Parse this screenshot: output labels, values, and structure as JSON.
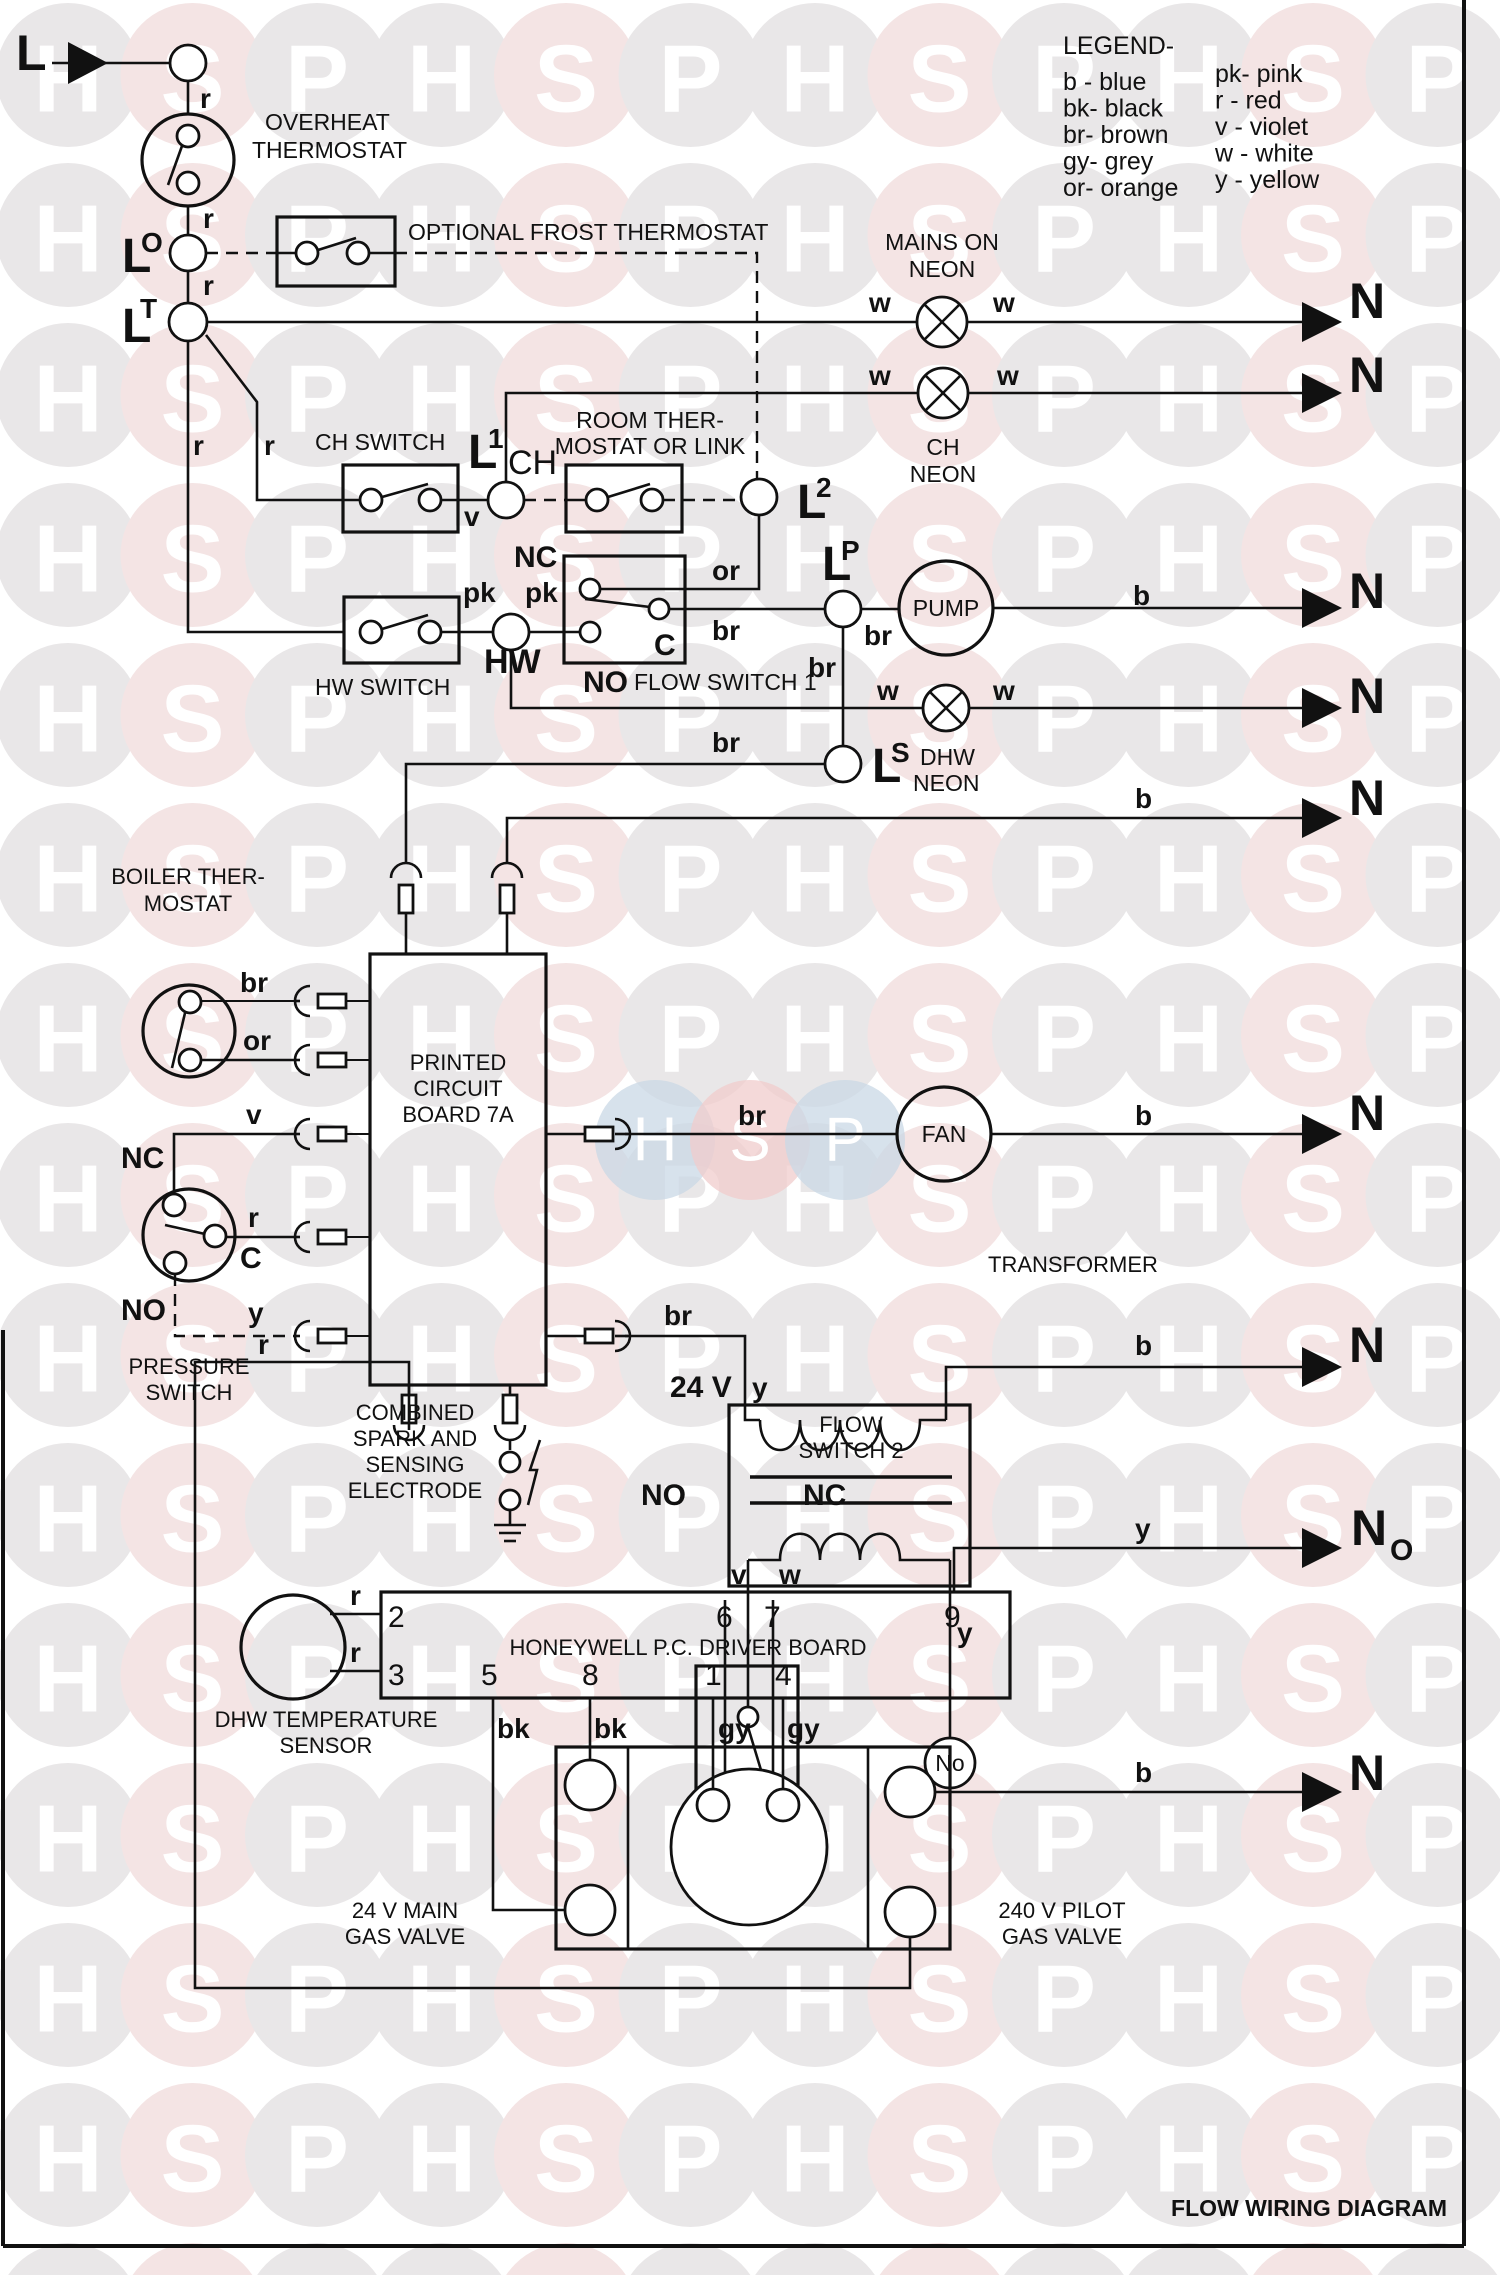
{
  "title": "FLOW WIRING DIAGRAM",
  "watermark": {
    "letters": [
      "H",
      "S",
      "P"
    ],
    "colors": {
      "grey": "#e9e7e8",
      "pink": "#f4e4e4"
    },
    "center_logo_colors": {
      "blue": "#c9d8e6",
      "red": "#f0cccc"
    }
  },
  "legend": {
    "heading": "LEGEND-",
    "left": [
      "b - blue",
      "bk- black",
      "br- brown",
      "gy- grey",
      "or- orange"
    ],
    "right": [
      "pk- pink",
      "r - red",
      "v - violet",
      "w - white",
      "y - yellow"
    ]
  },
  "supply": {
    "live": "L",
    "neutral": "N",
    "neutral_sub_main": "N",
    "neutral_sub_o": "O"
  },
  "terminals": {
    "lo": {
      "main": "L",
      "sup": "O"
    },
    "lt": {
      "main": "L",
      "sup": "T"
    },
    "l1": {
      "main": "L",
      "sup": "1",
      "tag": "CH"
    },
    "l2": {
      "main": "L",
      "sup": "2"
    },
    "lp": {
      "main": "L",
      "sup": "P"
    },
    "ls": {
      "main": "L",
      "sup": "S"
    },
    "hw": {
      "tag": "HW"
    }
  },
  "components": {
    "overheat_thermostat": [
      "OVERHEAT",
      "THERMOSTAT"
    ],
    "frost_thermostat": "OPTIONAL FROST THERMOSTAT",
    "mains_neon": [
      "MAINS ON",
      "NEON"
    ],
    "ch_neon": [
      "CH",
      "NEON"
    ],
    "ch_switch": "CH SWITCH",
    "room_thermostat": [
      "ROOM THER-",
      "MOSTAT OR LINK"
    ],
    "hw_switch": "HW SWITCH",
    "flow_switch_1": {
      "label": "FLOW SWITCH 1",
      "nc": "NC",
      "no": "NO",
      "c": "C"
    },
    "pump": "PUMP",
    "dhw_neon": [
      "DHW",
      "NEON"
    ],
    "boiler_thermostat": [
      "BOILER THER-",
      "MOSTAT"
    ],
    "pressure_switch": {
      "label": [
        "PRESSURE",
        "SWITCH"
      ],
      "nc": "NC",
      "no": "NO",
      "c": "C"
    },
    "pcb": [
      "PRINTED",
      "CIRCUIT",
      "BOARD 7A"
    ],
    "fan": "FAN",
    "transformer": "TRANSFORMER",
    "transformer_voltage": "24 V",
    "electrode": [
      "COMBINED",
      "SPARK AND",
      "SENSING",
      "ELECTRODE"
    ],
    "flow_switch_2": {
      "label": [
        "FLOW",
        "SWITCH 2"
      ],
      "no": "NO",
      "nc": "NC"
    },
    "no_symbol": "No",
    "driver_board": {
      "label": "HONEYWELL P.C. DRIVER BOARD",
      "pins": [
        "2",
        "3",
        "5",
        "8",
        "1",
        "4",
        "6",
        "7",
        "9"
      ]
    },
    "dhw_sensor": [
      "DHW TEMPERATURE",
      "SENSOR"
    ],
    "main_gas_valve": [
      "24 V MAIN",
      "GAS VALVE"
    ],
    "pilot_gas_valve": [
      "240 V PILOT",
      "GAS VALVE"
    ]
  },
  "wire_colors": {
    "r": "r",
    "v": "v",
    "w": "w",
    "b": "b",
    "br": "br",
    "or": "or",
    "pk": "pk",
    "y": "y",
    "bk": "bk",
    "gy": "gy"
  }
}
